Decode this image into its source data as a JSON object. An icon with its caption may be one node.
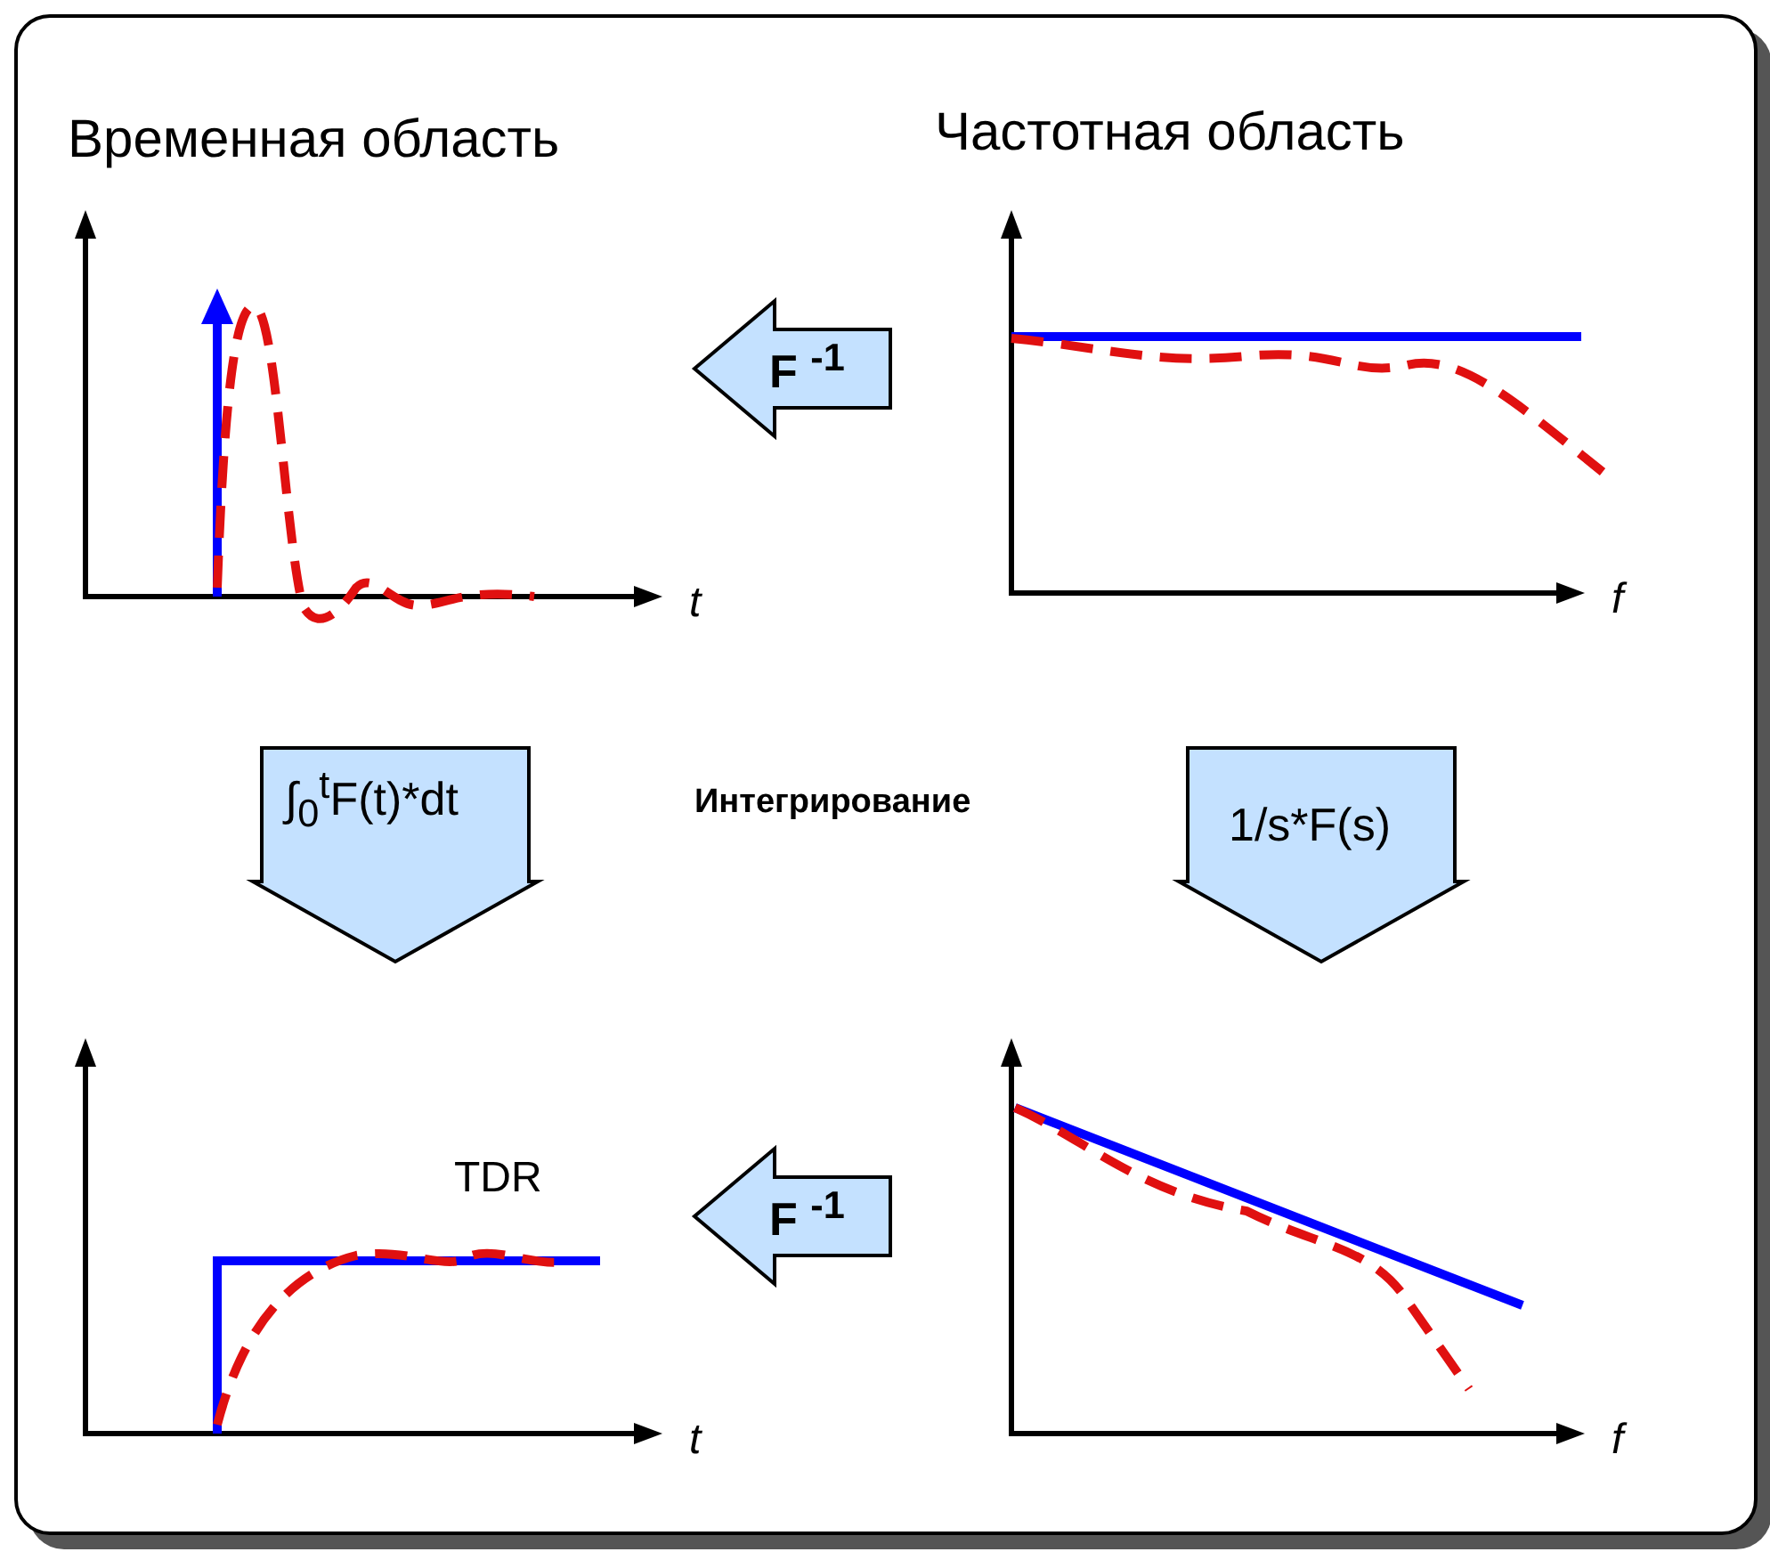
{
  "diagram": {
    "nodes": [
      {
        "text": [
          "Временная область"
        ],
        "beside": [
          "t"
        ]
      },
      {
        "text": [
          "Частотная область"
        ],
        "beside": [
          "f"
        ]
      },
      {
        "text": [],
        "shape": "picture",
        "beside": [
          "t"
        ]
      },
      {
        "text": [],
        "shape": "picture",
        "beside": [
          "f"
        ]
      }
    ],
    "edges": [
      {
        "from": 1,
        "to": 0,
        "arrow": "to",
        "label": "F $^{-1}$"
      },
      {
        "from": 0,
        "to": 2,
        "arrow": "to",
        "label": "∫$_{0}$$^{t}$F(t)*dt"
      },
      {
        "from": 1,
        "to": 3,
        "arrow": "to",
        "label": "1/s*F(s)"
      },
      {
        "from": 3,
        "to": 2,
        "arrow": "to",
        "label": "F $^{-1}$"
      }
    ],
    "labels": [
      "Интегрирование",
      "TDR"
    ]
  }
}
